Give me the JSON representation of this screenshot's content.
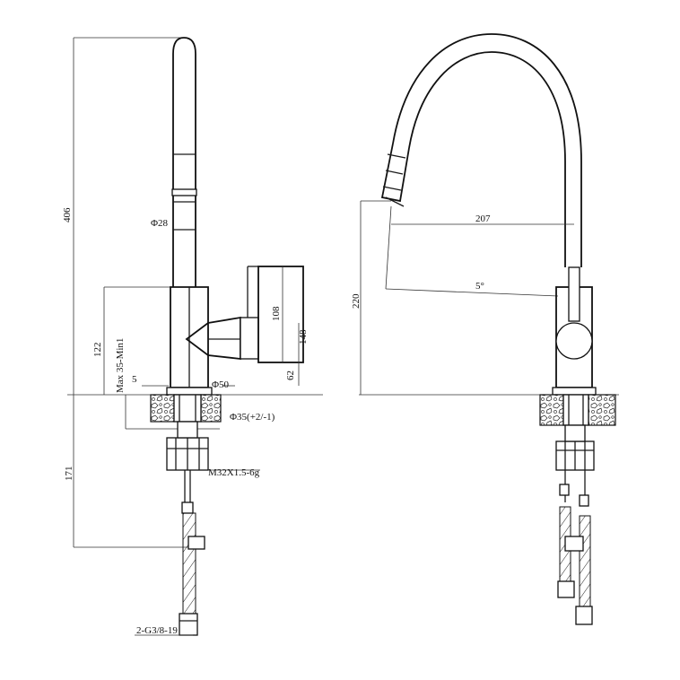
{
  "left_view": {
    "dim_total_height": "406",
    "dim_tube_diameter": "Φ28",
    "dim_body_height": "122",
    "dim_deck_thickness": "Max 35-Min1",
    "dim_gap": "5",
    "dim_body_diameter": "Φ50",
    "dim_hole_diameter": "Φ35(+2/-1)",
    "dim_handle_width": "108",
    "dim_handle_height": "148",
    "dim_handle_axis": "62",
    "dim_under_deck": "171",
    "dim_thread": "M32X1.5-6g",
    "dim_hose_connector": "2-G3/8-19"
  },
  "right_view": {
    "dim_spout_height": "220",
    "dim_spout_reach": "207",
    "dim_angle": "5°"
  }
}
